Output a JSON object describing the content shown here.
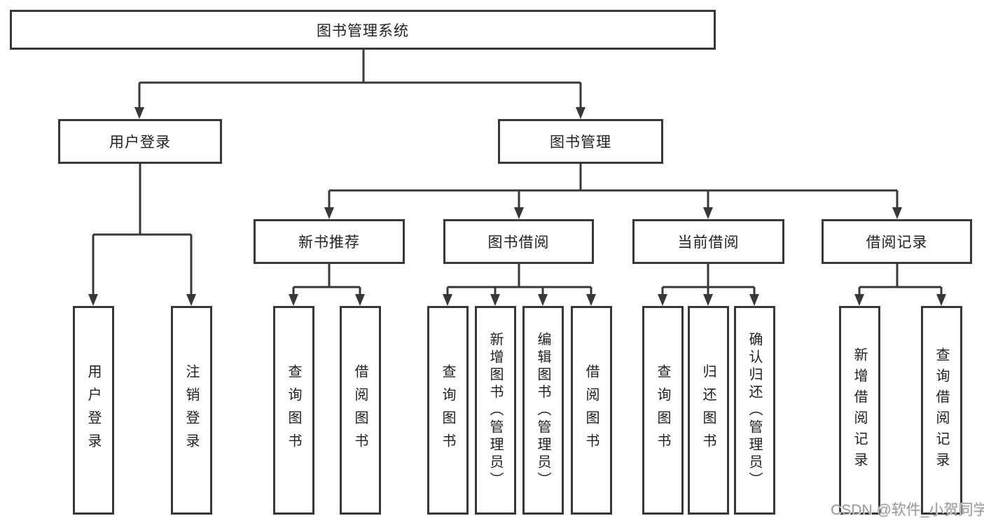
{
  "palette": {
    "background": "#ffffff",
    "line": "#383838",
    "box_border": "#383838",
    "text": "#212121",
    "watermark": "#9c9c9c"
  },
  "diagram": {
    "type": "hierarchy-tree",
    "root": "图书管理系统",
    "branches": [
      {
        "label": "用户登录",
        "children": [
          "用户登录",
          "注销登录"
        ]
      },
      {
        "label": "图书管理",
        "sections": [
          {
            "label": "新书推荐",
            "children": [
              "查询图书",
              "借阅图书"
            ]
          },
          {
            "label": "图书借阅",
            "children": [
              "查询图书",
              "新增图书（管理员）",
              "编辑图书（管理员）",
              "借阅图书"
            ]
          },
          {
            "label": "当前借阅",
            "children": [
              "查询图书",
              "归还图书",
              "确认归还（管理员）"
            ]
          },
          {
            "label": "借阅记录",
            "children": [
              "新增借阅记录",
              "查询借阅记录"
            ]
          }
        ]
      }
    ]
  },
  "watermark": {
    "text": "CSDN @软件_小贺同学"
  }
}
